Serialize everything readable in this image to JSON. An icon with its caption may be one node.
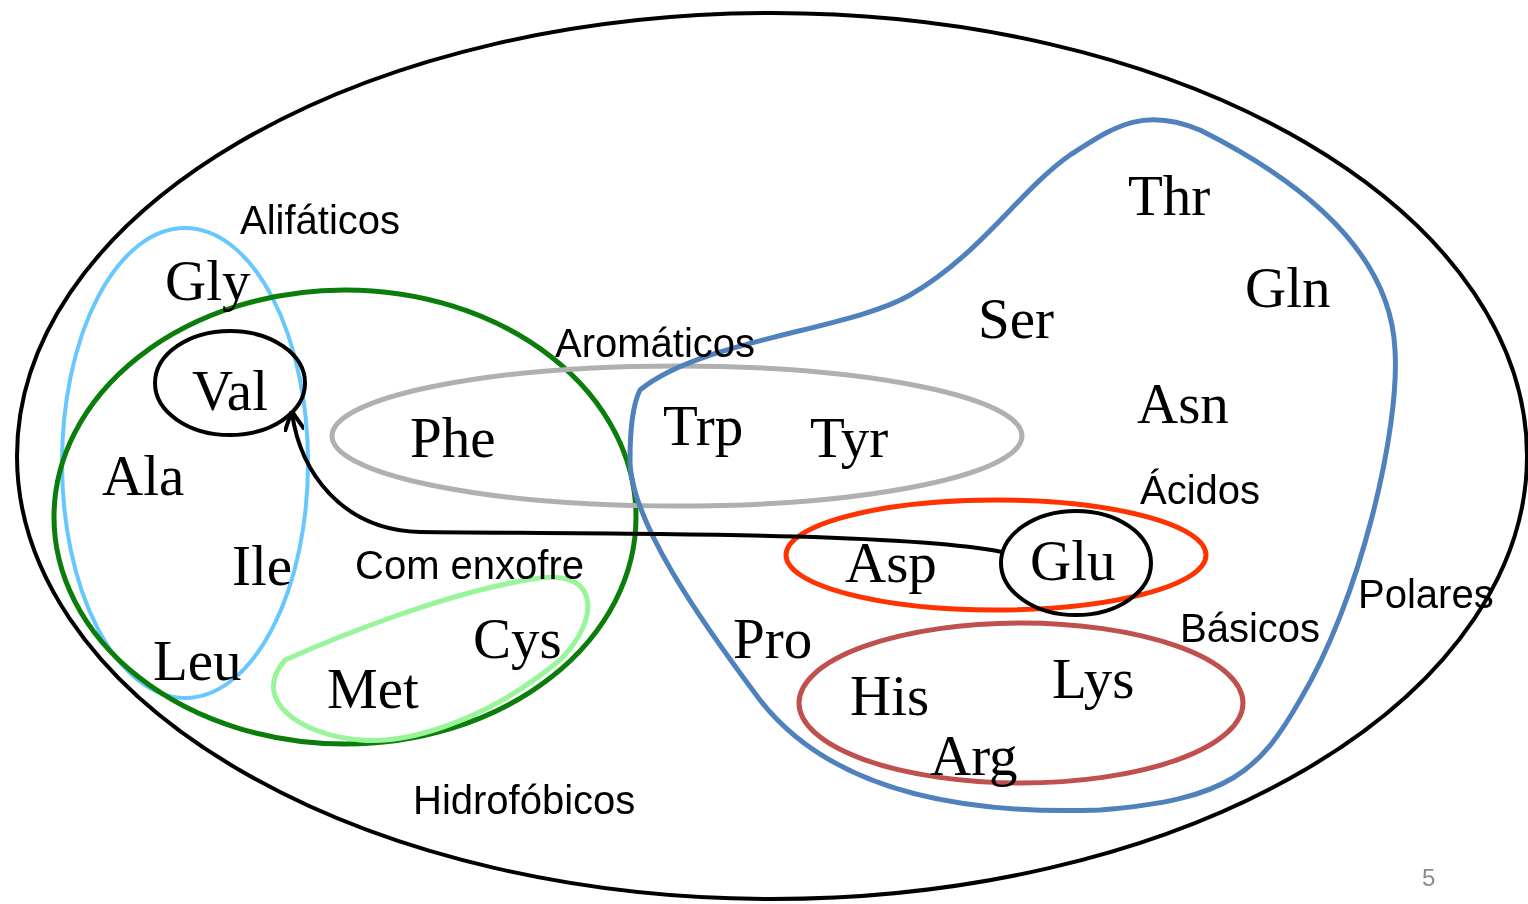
{
  "diagram": {
    "nodes": [
      {
        "text": [],
        "shape": "ellipse"
      },
      {
        "text": [],
        "shape": "ellipse",
        "beside": [
          "Alifáticos"
        ],
        "in": 0
      },
      {
        "text": [],
        "shape": "ellipse",
        "beside": [
          "Hidrofóbicos"
        ],
        "in": 0
      },
      {
        "text": [
          "Val"
        ],
        "in": 1
      },
      {
        "text": [],
        "shape": "outline",
        "beside": [
          "Com enxofre"
        ],
        "in": 2
      },
      {
        "text": [],
        "shape": "ellipse",
        "beside": [
          "Aromáticos"
        ],
        "in": 0
      },
      {
        "text": [],
        "shape": "outline",
        "beside": [
          "Polares"
        ],
        "in": 0
      },
      {
        "text": [],
        "shape": "ellipse",
        "beside": [
          "Ácidos"
        ],
        "in": 6
      },
      {
        "text": [
          "Glu"
        ],
        "in": 7
      },
      {
        "text": [],
        "shape": "ellipse",
        "beside": [
          "Básicos"
        ],
        "in": 6
      }
    ],
    "edges": [
      {
        "from": 8,
        "to": 3,
        "arrow": "to"
      }
    ],
    "labels": [
      "Thr",
      "Gly",
      "Gln",
      "Ser",
      "Asn",
      "Trp",
      "Phe",
      "Tyr",
      "Ala",
      "Asp",
      "Ile",
      "Pro",
      "Cys",
      "Lys",
      "Leu",
      "Met",
      "His",
      "Arg",
      "5"
    ]
  }
}
